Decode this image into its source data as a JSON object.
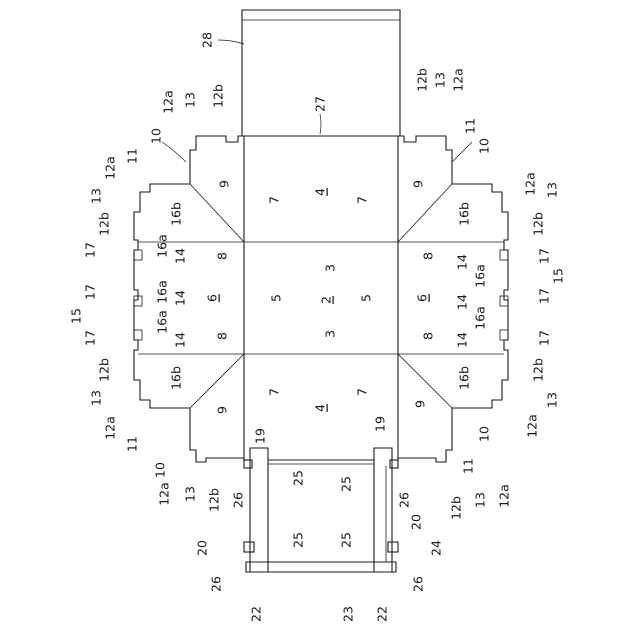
{
  "figure": {
    "labels": {
      "n2": "2",
      "n3": "3",
      "n4": "4",
      "n5": "5",
      "n6": "6",
      "n7": "7",
      "n8": "8",
      "n9": "9",
      "n10": "10",
      "n11": "11",
      "n12a": "12a",
      "n12b": "12b",
      "n13": "13",
      "n14": "14",
      "n15": "15",
      "n16a": "16a",
      "n16b": "16b",
      "n17": "17",
      "n19": "19",
      "n20": "20",
      "n22": "22",
      "n23": "23",
      "n24": "24",
      "n25": "25",
      "n26": "26",
      "n27": "27",
      "n28": "28"
    },
    "underlined": [
      "2",
      "4",
      "6"
    ],
    "rotation_deg": -90
  }
}
